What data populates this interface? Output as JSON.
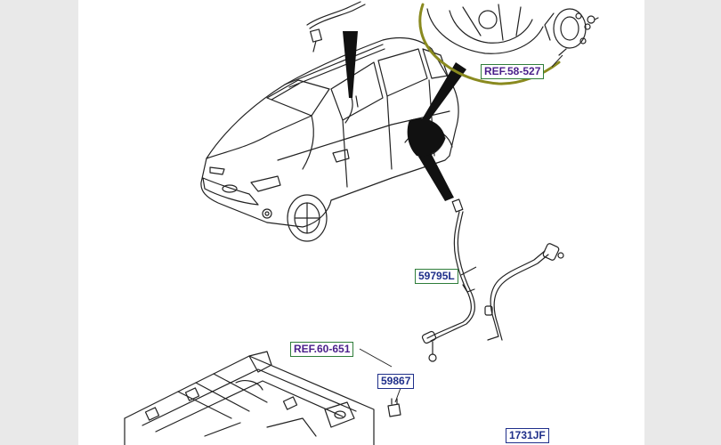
{
  "labels": {
    "ref_brake": "REF.58-527",
    "part_sensor": "59795L",
    "ref_floor": "REF.60-651",
    "part_grommet": "59867",
    "part_clip": "1731JF"
  },
  "colors": {
    "background": "#e9e9e9",
    "sheet": "#ffffff",
    "highlight_circle": "#8a8a1f",
    "ref_text": "#4a1f8a",
    "part_text": "#1f2f8a",
    "label_border": "#2f7d3a"
  }
}
